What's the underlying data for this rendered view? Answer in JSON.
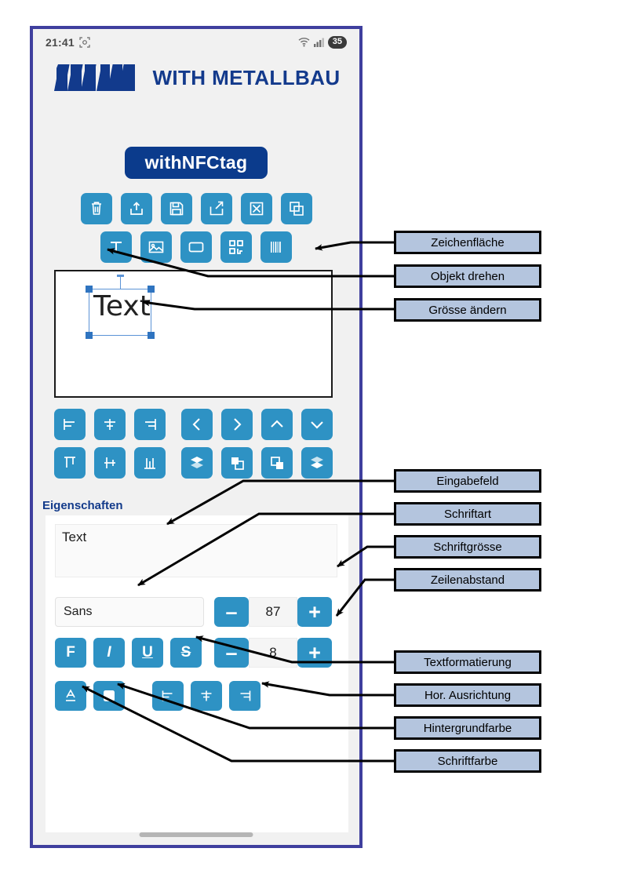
{
  "statusbar": {
    "time": "21:41",
    "screenshot_icon": "screenshot-icon",
    "wifi_icon": "wifi-icon",
    "signal_icon": "signal-bars-icon",
    "battery_level": "35"
  },
  "brand": {
    "logo_name": "with-metallbau-logo",
    "text": "WITH METALLBAU",
    "color": "#133a8c"
  },
  "app": {
    "title": "withNFCtag",
    "title_bg": "#0b3b8c",
    "accent": "#2e92c4",
    "frame_color": "#3f3f9e"
  },
  "toolbar_top": {
    "row1": [
      {
        "name": "delete-icon",
        "label": "Löschen"
      },
      {
        "name": "upload-icon",
        "label": "Hochladen"
      },
      {
        "name": "save-icon",
        "label": "Speichern"
      },
      {
        "name": "export-icon",
        "label": "Exportieren"
      },
      {
        "name": "close-icon",
        "label": "Schliessen"
      },
      {
        "name": "copy-icon",
        "label": "Kopieren"
      }
    ],
    "row2": [
      {
        "name": "text-icon",
        "label": "T"
      },
      {
        "name": "image-icon",
        "label": "Bild"
      },
      {
        "name": "rectangle-icon",
        "label": "Rechteck"
      },
      {
        "name": "qrcode-icon",
        "label": "QR-Code"
      },
      {
        "name": "barcode-icon",
        "label": "Barcode"
      }
    ]
  },
  "canvas": {
    "name": "zeichenflaeche",
    "object_text": "Text",
    "handle_color": "#2f74c0",
    "selection_border": "#5b93d6"
  },
  "toolbar_align": {
    "row1": [
      {
        "name": "align-left-icon"
      },
      {
        "name": "align-center-icon"
      },
      {
        "name": "align-right-icon"
      },
      {
        "name": "move-left-icon"
      },
      {
        "name": "move-right-icon"
      },
      {
        "name": "move-up-icon"
      },
      {
        "name": "move-down-icon"
      }
    ],
    "row2": [
      {
        "name": "align-top-icon"
      },
      {
        "name": "align-middle-icon"
      },
      {
        "name": "align-bottom-icon"
      },
      {
        "name": "bring-to-front-icon"
      },
      {
        "name": "bring-forward-icon"
      },
      {
        "name": "send-backward-icon"
      },
      {
        "name": "send-to-back-icon"
      }
    ]
  },
  "properties": {
    "title": "Eigenschaften",
    "text_value": "Text",
    "font_name": "Sans",
    "font_size": "87",
    "line_spacing": "8",
    "minus_label": "–",
    "plus_label": "+",
    "format_buttons": [
      {
        "name": "bold-button",
        "label": "F"
      },
      {
        "name": "italic-button",
        "label": "I"
      },
      {
        "name": "underline-button",
        "label": "U"
      },
      {
        "name": "strikethrough-button",
        "label": "S"
      }
    ],
    "color_buttons": [
      {
        "name": "font-color-button"
      },
      {
        "name": "background-color-button"
      }
    ],
    "align_buttons": [
      {
        "name": "text-align-left-button"
      },
      {
        "name": "text-align-center-button"
      },
      {
        "name": "text-align-right-button"
      }
    ]
  },
  "annotations": [
    {
      "name": "annotation-zeichenflaeche",
      "label": "Zeichenfläche"
    },
    {
      "name": "annotation-objekt-drehen",
      "label": "Objekt drehen"
    },
    {
      "name": "annotation-groesse-aendern",
      "label": "Grösse ändern"
    },
    {
      "name": "annotation-eingabefeld",
      "label": "Eingabefeld"
    },
    {
      "name": "annotation-schriftart",
      "label": "Schriftart"
    },
    {
      "name": "annotation-schriftgroesse",
      "label": "Schriftgrösse"
    },
    {
      "name": "annotation-zeilenabstand",
      "label": "Zeilenabstand"
    },
    {
      "name": "annotation-textformatierung",
      "label": "Textformatierung"
    },
    {
      "name": "annotation-hor-ausrichtung",
      "label": "Hor. Ausrichtung"
    },
    {
      "name": "annotation-hintergrundfarbe",
      "label": "Hintergrundfarbe"
    },
    {
      "name": "annotation-schriftfarbe",
      "label": "Schriftfarbe"
    }
  ]
}
